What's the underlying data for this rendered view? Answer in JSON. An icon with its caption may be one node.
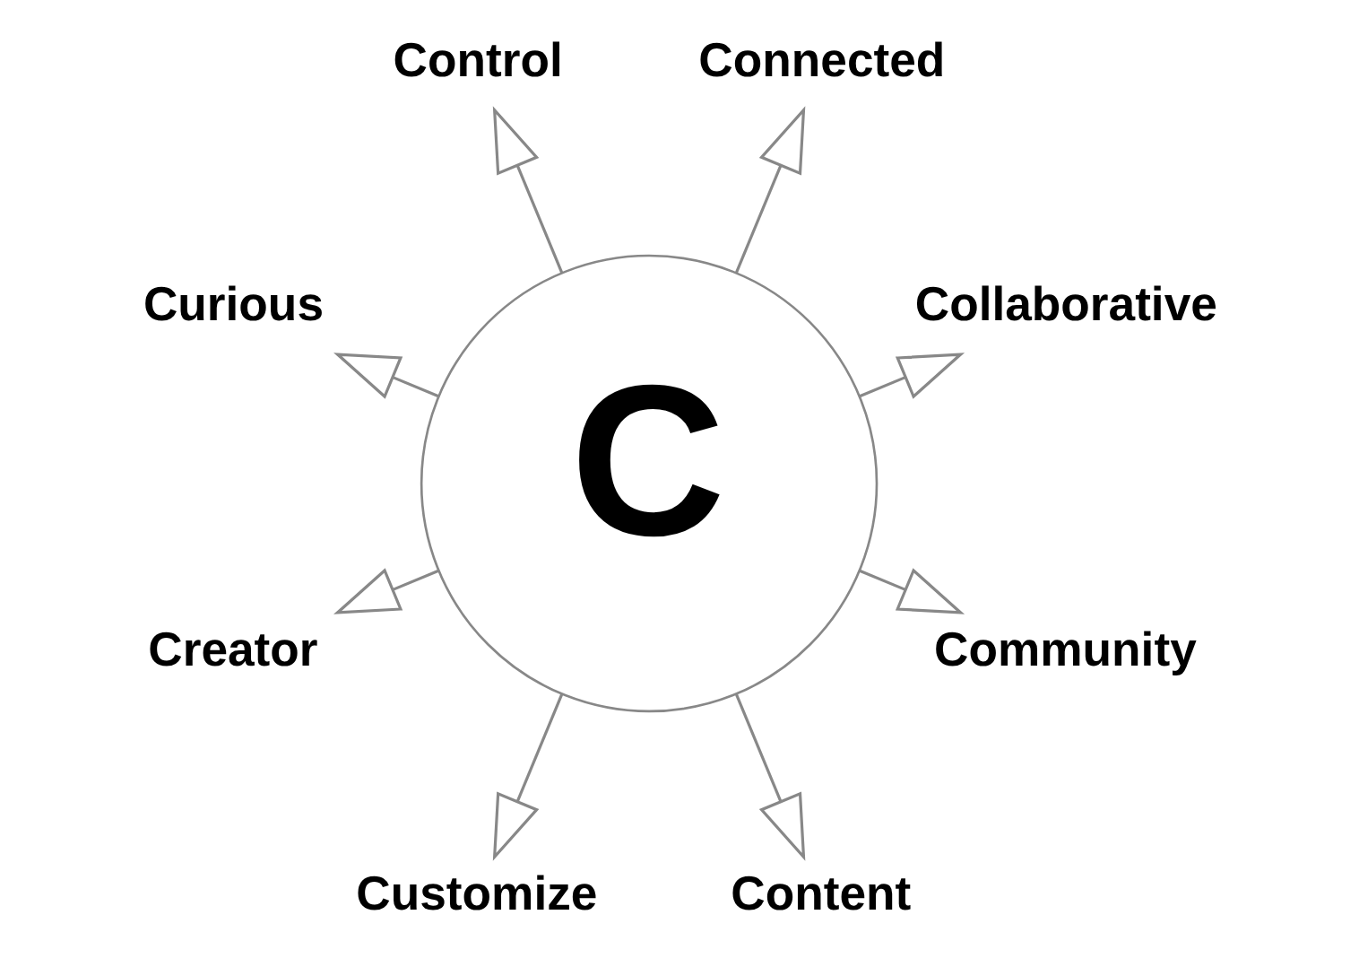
{
  "diagram": {
    "nodes": [
      {
        "text": [
          "C"
        ]
      },
      {
        "text": [
          "Collaborative"
        ]
      },
      {
        "text": [
          "Connected"
        ]
      },
      {
        "text": [
          "Control"
        ]
      },
      {
        "text": [
          "Curious"
        ]
      },
      {
        "text": [
          "Creator"
        ]
      },
      {
        "text": [
          "Customize"
        ]
      },
      {
        "text": [
          "Content"
        ]
      },
      {
        "text": [
          "Community"
        ]
      }
    ],
    "edges": [
      {
        "from": 0,
        "to": 1,
        "arrow": "to"
      },
      {
        "from": 0,
        "to": 2,
        "arrow": "to"
      },
      {
        "from": 0,
        "to": 3,
        "arrow": "to"
      },
      {
        "from": 0,
        "to": 4,
        "arrow": "to"
      },
      {
        "from": 0,
        "to": 5,
        "arrow": "to"
      },
      {
        "from": 0,
        "to": 6,
        "arrow": "to"
      },
      {
        "from": 0,
        "to": 7,
        "arrow": "to"
      },
      {
        "from": 0,
        "to": 8,
        "arrow": "to"
      }
    ]
  }
}
